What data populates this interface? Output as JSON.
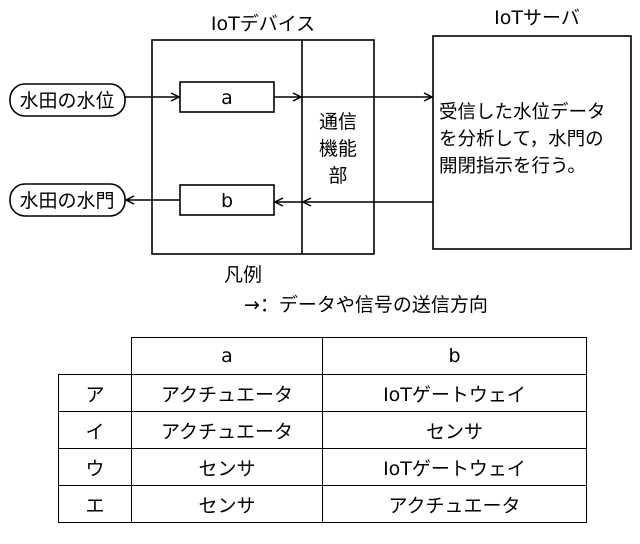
{
  "diagram": {
    "iot_device_label": "IoTデバイス",
    "iot_server_label": "IoTサーバ",
    "comm_unit_lines": [
      "通信",
      "機能",
      "部"
    ],
    "component_a": "a",
    "component_b": "b",
    "paddy_level": "水田の水位",
    "paddy_gate": "水田の水門",
    "server_text_lines": [
      "受信した水位データ",
      "を分析して，水門の",
      "開閉指示を行う。"
    ],
    "legend_title": "凡例",
    "legend_text": "→：データや信号の送信方向"
  },
  "table": {
    "headers": [
      "",
      "a",
      "b"
    ],
    "rows": [
      [
        "ア",
        "アクチュエータ",
        "IoTゲートウェイ"
      ],
      [
        "イ",
        "アクチュエータ",
        "センサ"
      ],
      [
        "ウ",
        "センサ",
        "IoTゲートウェイ"
      ],
      [
        "エ",
        "センサ",
        "アクチュエータ"
      ]
    ]
  }
}
